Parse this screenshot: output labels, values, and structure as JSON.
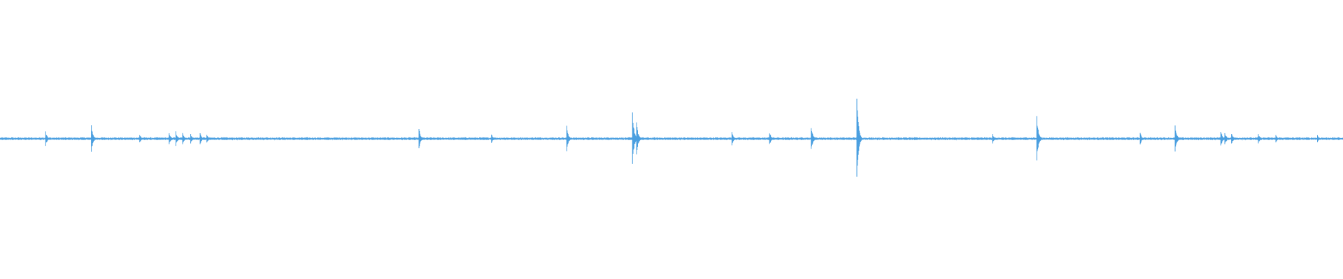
{
  "waveform": {
    "color": "#4a9fe0",
    "baseline_amplitude": 0.012,
    "spikes": [
      {
        "t": 0.034,
        "amp": 0.06
      },
      {
        "t": 0.068,
        "amp": 0.12
      },
      {
        "t": 0.104,
        "amp": 0.04
      },
      {
        "t": 0.126,
        "amp": 0.05
      },
      {
        "t": 0.131,
        "amp": 0.06
      },
      {
        "t": 0.136,
        "amp": 0.05
      },
      {
        "t": 0.142,
        "amp": 0.04
      },
      {
        "t": 0.149,
        "amp": 0.05
      },
      {
        "t": 0.154,
        "amp": 0.04
      },
      {
        "t": 0.312,
        "amp": 0.09
      },
      {
        "t": 0.366,
        "amp": 0.04
      },
      {
        "t": 0.422,
        "amp": 0.11
      },
      {
        "t": 0.471,
        "amp": 0.22
      },
      {
        "t": 0.474,
        "amp": 0.14
      },
      {
        "t": 0.545,
        "amp": 0.06
      },
      {
        "t": 0.573,
        "amp": 0.06
      },
      {
        "t": 0.604,
        "amp": 0.12
      },
      {
        "t": 0.638,
        "amp": 0.38
      },
      {
        "t": 0.739,
        "amp": 0.04
      },
      {
        "t": 0.772,
        "amp": 0.2
      },
      {
        "t": 0.849,
        "amp": 0.05
      },
      {
        "t": 0.875,
        "amp": 0.12
      },
      {
        "t": 0.909,
        "amp": 0.07
      },
      {
        "t": 0.912,
        "amp": 0.06
      },
      {
        "t": 0.917,
        "amp": 0.05
      },
      {
        "t": 0.937,
        "amp": 0.04
      },
      {
        "t": 0.95,
        "amp": 0.03
      },
      {
        "t": 0.981,
        "amp": 0.03
      }
    ]
  }
}
